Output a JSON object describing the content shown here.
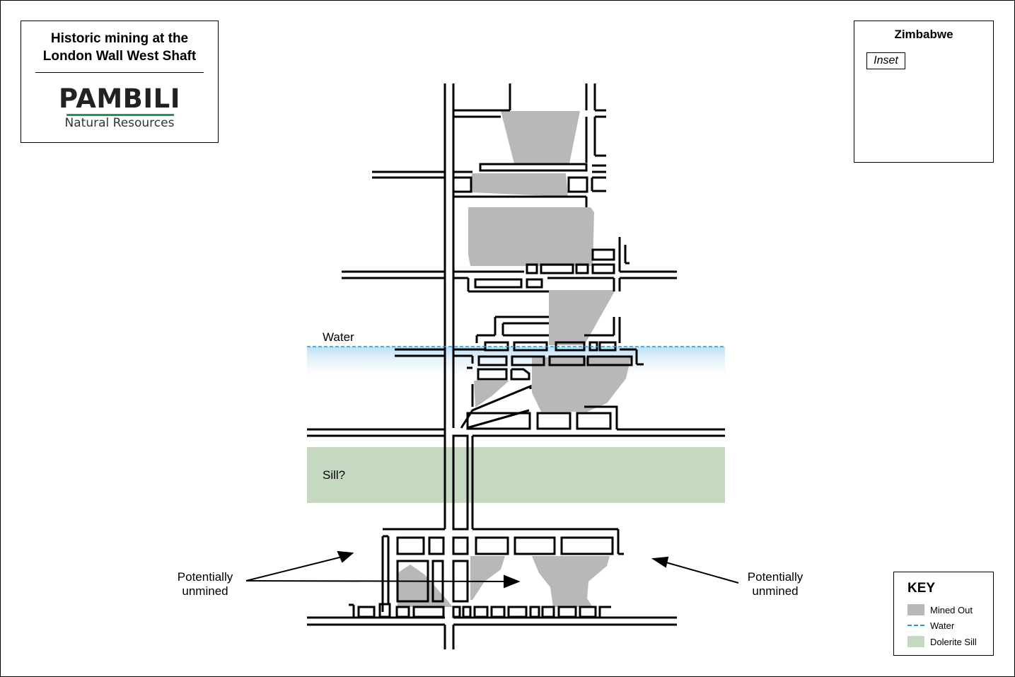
{
  "title": {
    "line1": "Historic mining at the",
    "line2": "London Wall West Shaft"
  },
  "logo": {
    "brand": "PAMBILI",
    "subtitle": "Natural Resources",
    "accent": "#1f9a4a"
  },
  "inset_map": {
    "title": "Zimbabwe",
    "label": "Inset"
  },
  "labels": {
    "water": "Water",
    "sill": "Sill?",
    "unmined_left": [
      "Potentially",
      "unmined"
    ],
    "unmined_right": [
      "Potentially",
      "unmined"
    ]
  },
  "key": {
    "title": "KEY",
    "items": [
      {
        "label": "Mined Out",
        "symbol": "grey-fill",
        "color": "#b8b8b8"
      },
      {
        "label": "Water",
        "symbol": "blue-dashed-line",
        "color": "#1e9bd7"
      },
      {
        "label": "Dolerite Sill",
        "symbol": "green-fill",
        "color": "#c5d9c0"
      }
    ]
  },
  "colors": {
    "mined": "#b8b8b8",
    "water_line": "#1e9bd7",
    "water_fade": "#bfe0f5",
    "sill": "#c5d9c0",
    "inset_box": "#f6b3b3",
    "inset_dot": "#e52020",
    "country_fill": "#f3f5ea"
  }
}
